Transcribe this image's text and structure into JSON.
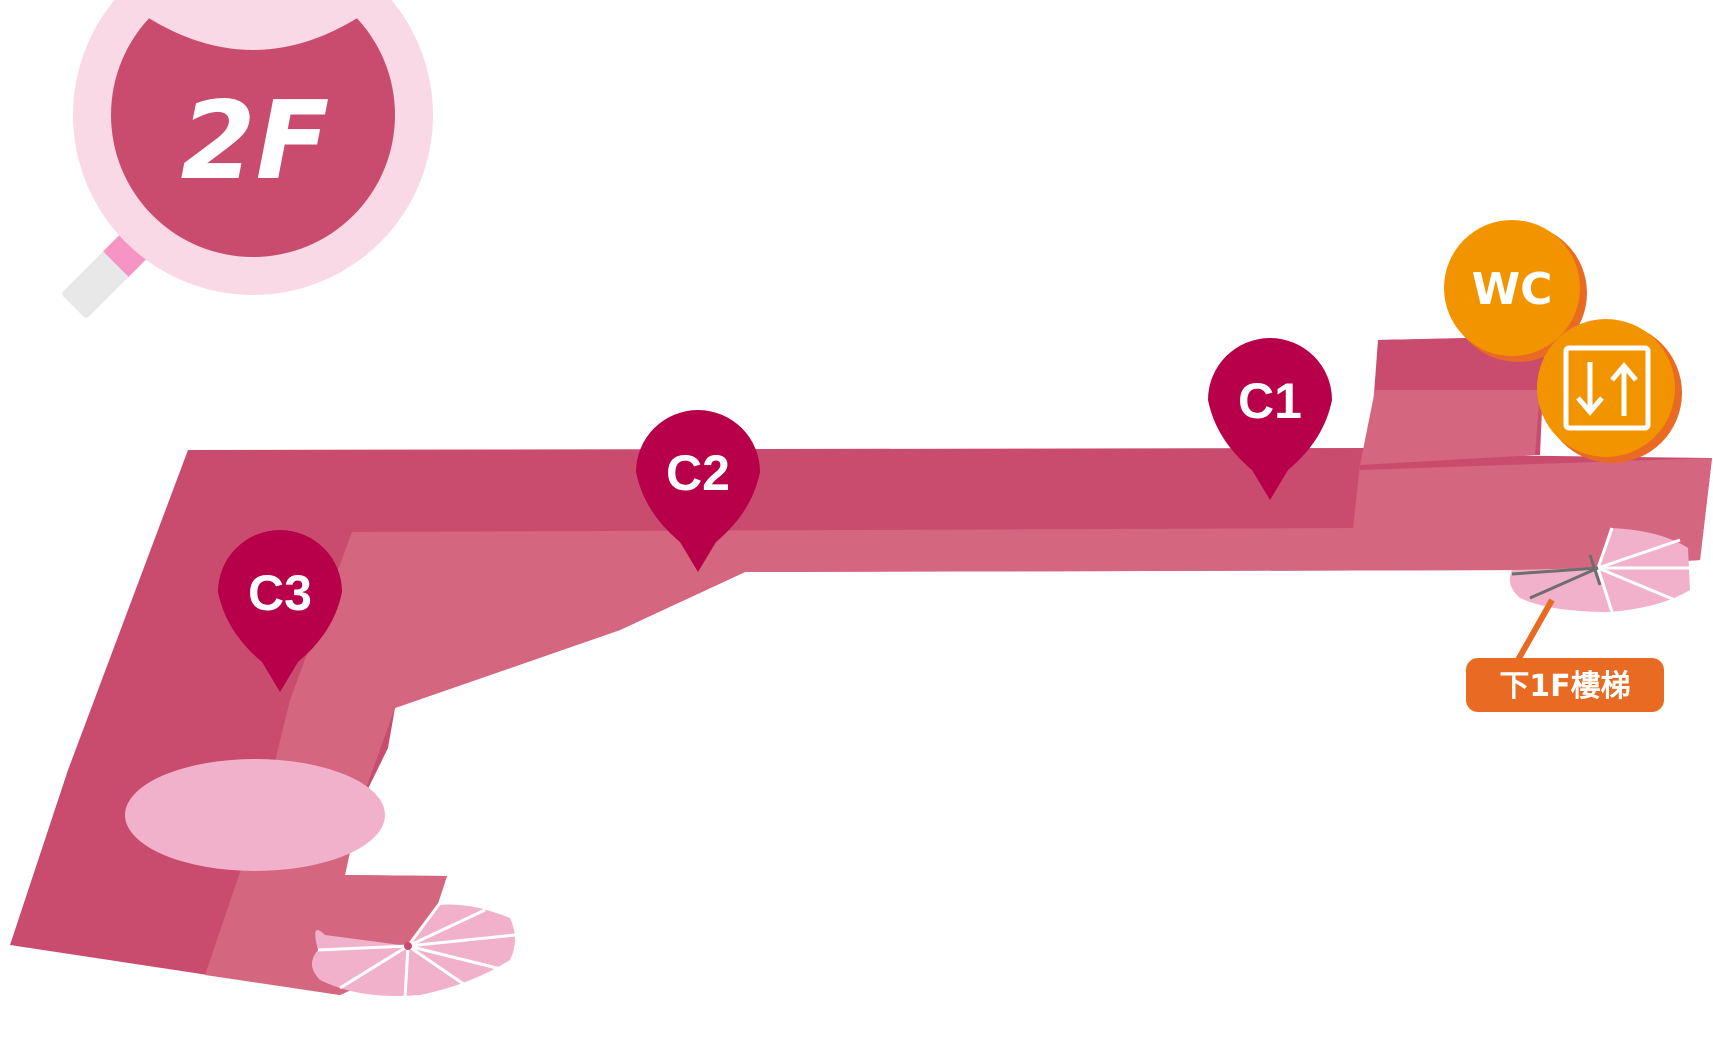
{
  "floor": {
    "label": "2F"
  },
  "pins": [
    {
      "id": "c1",
      "label": "C1"
    },
    {
      "id": "c2",
      "label": "C2"
    },
    {
      "id": "c3",
      "label": "C3"
    }
  ],
  "facilities": {
    "wc_label": "WC",
    "elevator_icon": "elevator-icon"
  },
  "stairs": {
    "callout_label": "下1F樓梯"
  },
  "colors": {
    "floor_dark": "#c94c6e",
    "floor_mid": "#d4667f",
    "floor_light": "#f2b1cb",
    "pin": "#b8004a",
    "facility": "#f29400",
    "callout": "#e96a22",
    "badge_ring": "#f9d9e5"
  }
}
